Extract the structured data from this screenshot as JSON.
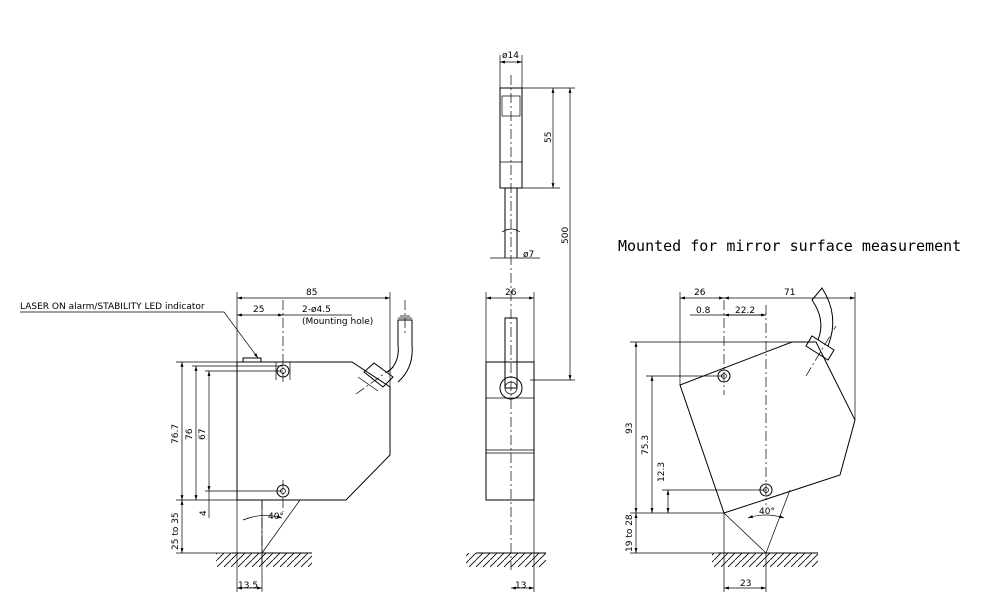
{
  "title": "Mounted for mirror surface measurement",
  "left_view": {
    "led_label": "LASER ON alarm/STABILITY LED indicator",
    "dim_width": "85",
    "dim_hole_pos": "25",
    "dim_hole_dia": "2-ø4.5",
    "mounting_note": "(Mounting hole)",
    "dim_h_total": "76.7",
    "dim_h_76": "76",
    "dim_h_67": "67",
    "dim_4": "4",
    "dim_standoff": "25 to 35",
    "angle": "40°",
    "dim_13_5": "13.5"
  },
  "middle_view": {
    "dim_dia14": "ø14",
    "dim_55": "55",
    "dim_500": "500",
    "dim_dia7": "ø7",
    "dim_26": "26",
    "dim_13": "13"
  },
  "right_view": {
    "dim_26": "26",
    "dim_71": "71",
    "dim_0_8": "0.8",
    "dim_22_2": "22.2",
    "dim_93": "93",
    "dim_75_3": "75.3",
    "dim_12_3": "12.3",
    "dim_standoff": "19 to 28",
    "angle": "40°",
    "dim_23": "23"
  }
}
